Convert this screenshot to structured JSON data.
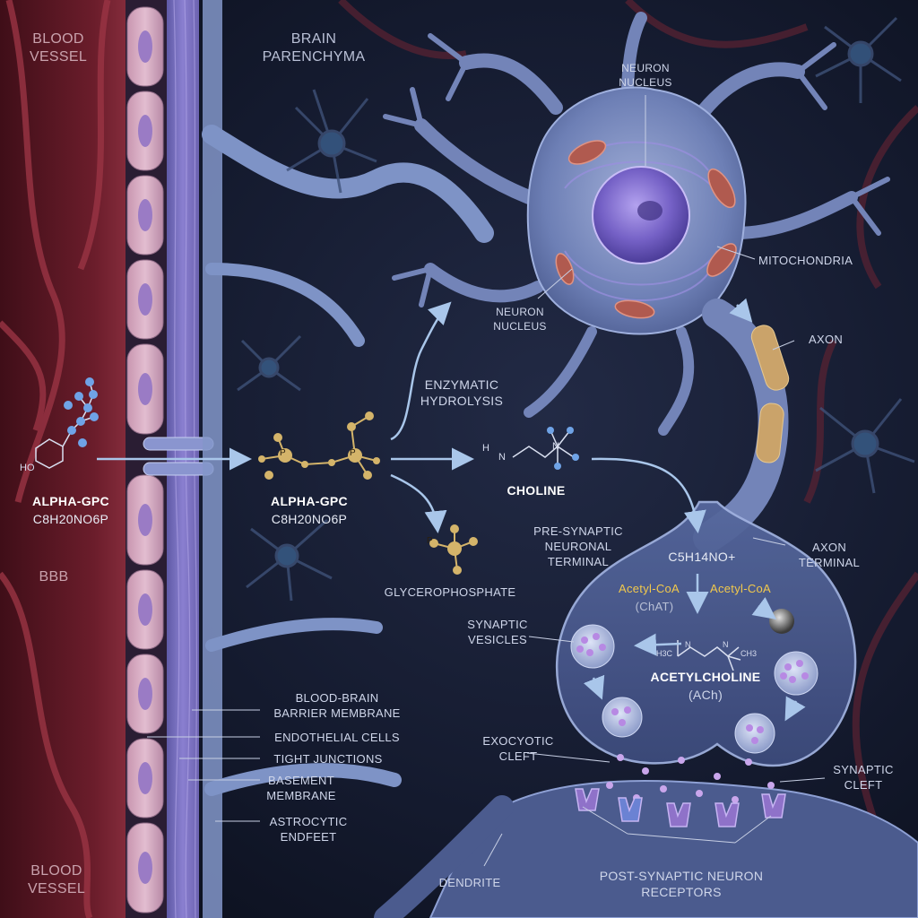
{
  "labels": {
    "blood_vessel_top": [
      "BLOOD",
      "VESSEL"
    ],
    "blood_vessel_bottom": [
      "BLOOD",
      "VESSEL"
    ],
    "brain_parenchyma": [
      "BRAIN",
      "PARENCHYMA"
    ],
    "neuron_nucleus_top": [
      "NEURON",
      "NUCLEUS"
    ],
    "neuron_nucleus_mid": [
      "NEURON",
      "NUCLEUS"
    ],
    "mitochondria": "MITOCHONDRIA",
    "axon": "AXON",
    "enzymatic_hydrolysis": [
      "ENZYMATIC",
      "HYDROLYSIS"
    ],
    "alpha_gpc_left": "ALPHA-GPC",
    "alpha_gpc_left_formula": "C8H20NO6P",
    "alpha_gpc_mid": "ALPHA-GPC",
    "alpha_gpc_mid_formula": "C8H20NO6P",
    "choline": "CHOLINE",
    "bbb": "BBB",
    "pre_synaptic": [
      "PRE-SYNAPTIC",
      "NEURONAL",
      "TERMINAL"
    ],
    "formula_c5": "C5H14NO+",
    "axon_terminal": [
      "AXON",
      "TERMINAL"
    ],
    "glycerophosphate": "GLYCEROPHOSPHATE",
    "acetyl_coa_left": "Acetyl-CoA",
    "acetyl_coa_right": "Acetyl-CoA",
    "chat": "(ChAT)",
    "synaptic_vesicles": [
      "SYNAPTIC",
      "VESICLES"
    ],
    "acetylcholine": "ACETYLCHOLINE",
    "ach": "(ACh)",
    "bbb_membrane": [
      "BLOOD-BRAIN",
      "BARRIER MEMBRANE"
    ],
    "endothelial_cells": "ENDOTHELIAL CELLS",
    "tight_junctions": "TIGHT JUNCTIONS",
    "basement_membrane": [
      "BASEMENT",
      "MEMBRANE"
    ],
    "astrocytic_endfeet": [
      "ASTROCYTIC",
      "ENDFEET"
    ],
    "exocytotic_cleft": [
      "EXOCYOTIC",
      "CLEFT"
    ],
    "synaptic_cleft": [
      "SYNAPTIC",
      "CLEFT"
    ],
    "dendrite": "DENDRITE",
    "post_synaptic": [
      "POST-SYNAPTIC NEURON",
      "RECEPTORS"
    ]
  },
  "chem_atoms": {
    "ho": "HO",
    "h": "H",
    "n": "N",
    "p": "P",
    "h3c": "H3C",
    "ch3": "CH3"
  },
  "colors": {
    "background": "#0f1424",
    "blood": "#6e1f2c",
    "endothelial": "#d7a9bf",
    "membrane": "#7d6fb6",
    "neuron": "#7384b8",
    "nucleus": "#7a66c6",
    "mito": "#b05a4f",
    "myelin": "#caa36a",
    "gold_molecule": "#d4b46a",
    "arrow": "#a9c6ea",
    "acetyl": "#f2c94c",
    "vesicle": "#c9a6ec",
    "receptor": "#8f72c9"
  }
}
